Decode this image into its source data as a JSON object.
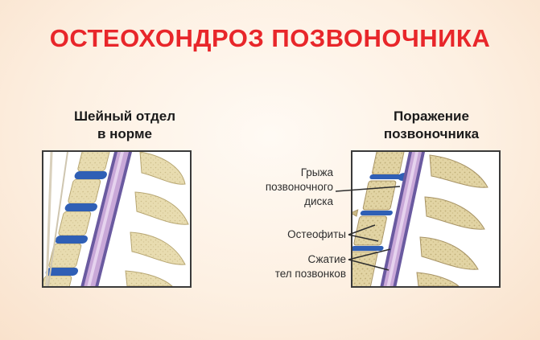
{
  "title": "ОСТЕОХОНДРОЗ ПОЗВОНОЧНИКА",
  "left_panel": {
    "caption_line1": "Шейный отдел",
    "caption_line2": "в норме"
  },
  "right_panel": {
    "caption_line1": "Поражение",
    "caption_line2": "позвоночника"
  },
  "annotations": {
    "hernia_line1": "Грыжа",
    "hernia_line2": "позвоночного",
    "hernia_line3": "диска",
    "osteophytes": "Остеофиты",
    "compression_line1": "Сжатие",
    "compression_line2": "тел позвонков"
  },
  "colors": {
    "title": "#e8262a",
    "bone": "#e8dcb0",
    "disc": "#2f5fb5",
    "spinal_cord": "#c9a8d8",
    "canal": "#6a5aa0"
  }
}
